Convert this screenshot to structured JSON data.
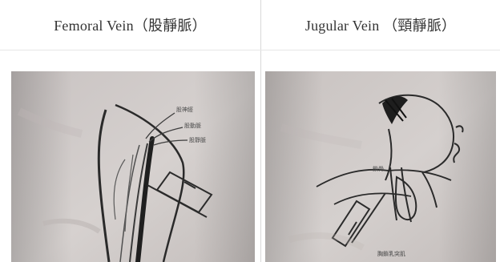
{
  "table": {
    "columns": [
      {
        "header": "Femoral Vein（股靜脈）"
      },
      {
        "header": "Jugular Vein （頸靜脈）"
      }
    ]
  },
  "images": {
    "left": {
      "labels": [
        "股神經",
        "股動脈",
        "股靜脈"
      ]
    },
    "right": {
      "labels": [
        "鎖骨",
        "胸鎖乳突肌"
      ]
    }
  }
}
